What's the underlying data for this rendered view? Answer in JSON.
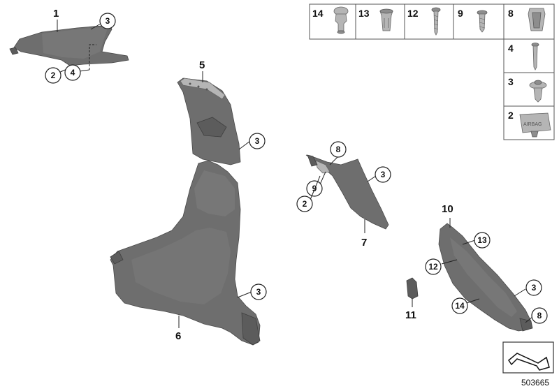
{
  "callouts": {
    "p1": "1",
    "p1_screw": "3",
    "p1_clip": "2",
    "p1_pin": "4",
    "p5": "5",
    "p5_screw": "3",
    "p6": "6",
    "p6_screw": "3",
    "p7": "7",
    "p7_clip": "8",
    "p7_screw9": "9",
    "p7_badge": "2",
    "p7_screw": "3",
    "p10": "10",
    "p10_clip13": "13",
    "p10_screw12": "12",
    "p10_screw": "3",
    "p10_clip14": "14",
    "p10_clip8": "8",
    "p11": "11"
  },
  "hardware_table": {
    "top_row": [
      "14",
      "13",
      "12",
      "9",
      "8"
    ],
    "column": [
      "4",
      "3",
      "2"
    ],
    "badge_text": "AIRBAG"
  },
  "document_number": "503665"
}
